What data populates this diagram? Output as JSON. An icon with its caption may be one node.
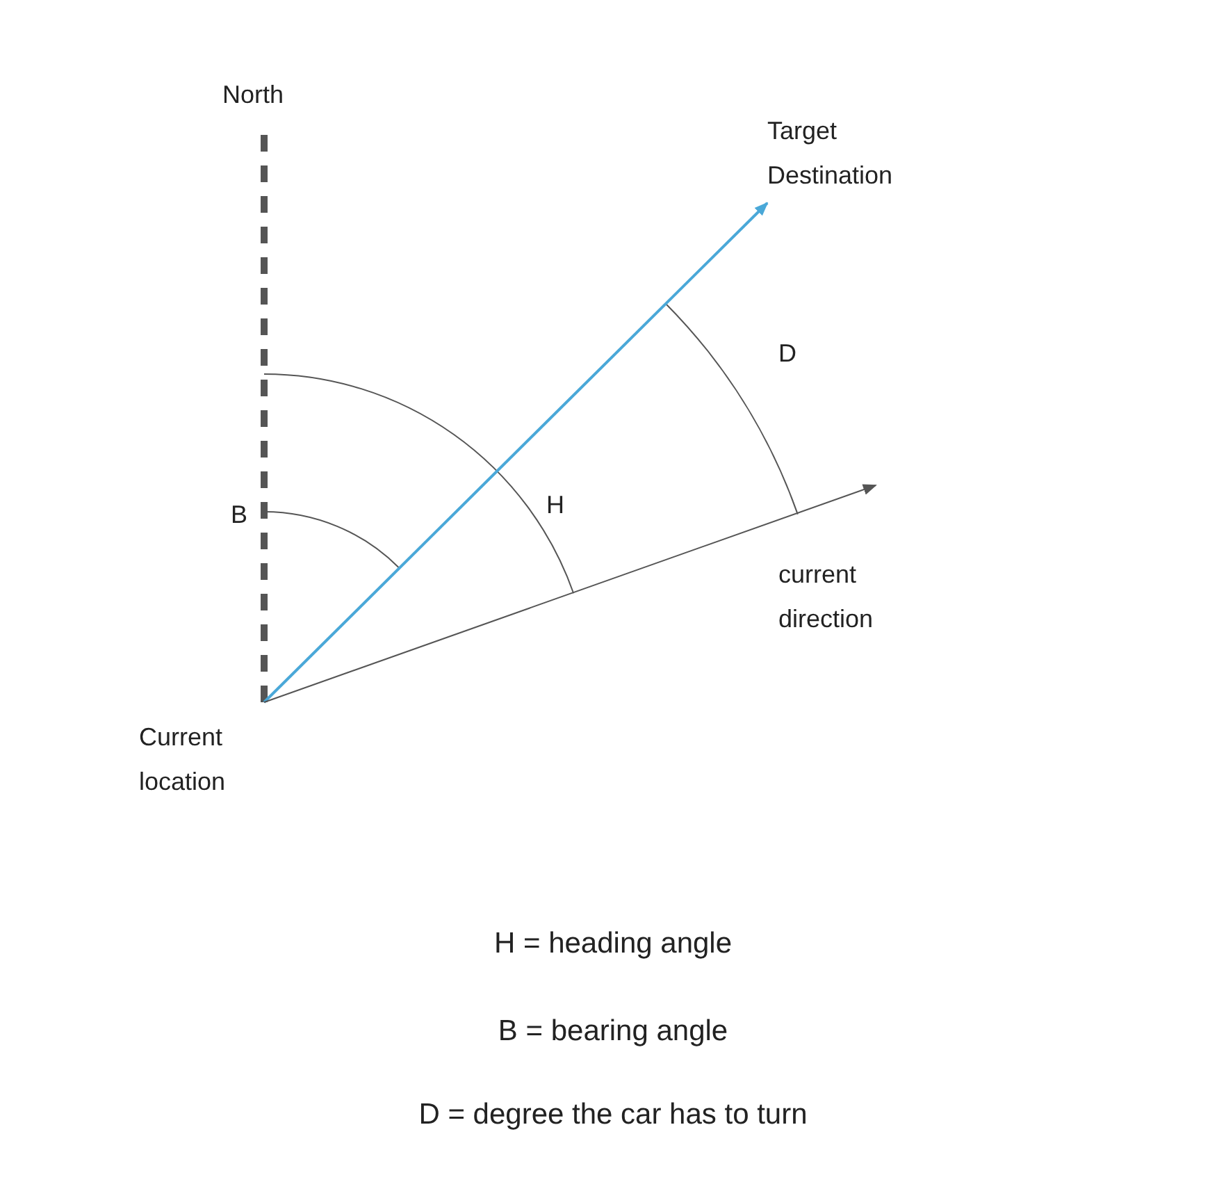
{
  "diagram": {
    "nodes": [
      {
        "text": [
          "North"
        ]
      },
      {
        "text": [
          "Target Destination"
        ]
      },
      {
        "text": [
          "current direction"
        ]
      },
      {
        "text": [
          "Current location"
        ]
      }
    ],
    "edges": [
      {
        "from": null,
        "to": 0,
        "arrow": "none",
        "style": "dashed"
      },
      {
        "from": null,
        "to": 1,
        "arrow": "to",
        "color": "#4aa8d8"
      },
      {
        "from": null,
        "to": 2,
        "arrow": "to"
      }
    ],
    "labels": [
      "B",
      "H",
      "D",
      "H = heading angle",
      "B = bearing angle",
      "D = degree the car has to turn"
    ]
  }
}
